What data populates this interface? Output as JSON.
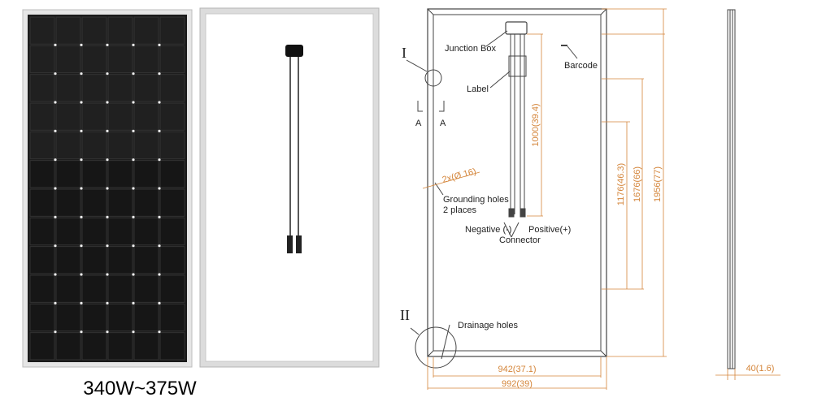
{
  "caption": "340W~375W",
  "labels": {
    "junction_box": "Junction Box",
    "barcode": "Barcode",
    "label": "Label",
    "grounding_holes_1": "Grounding holes",
    "grounding_holes_2": "2 places",
    "negative": "Negative (-)",
    "positive": "Positive(+)",
    "connector": "Connector",
    "drainage_holes": "Drainage holes",
    "detail_1": "I",
    "detail_2": "II",
    "section_a_left": "A",
    "section_a_right": "A",
    "hole_spec": "2x(Ø 16)"
  },
  "dimensions": {
    "cable": "1000(39.4)",
    "mount_1176": "1176(46.3)",
    "mount_1676": "1676(66)",
    "height": "1956(77)",
    "inner_width": "942(37.1)",
    "width": "992(39)",
    "thickness": "40(1.6)"
  },
  "colors": {
    "dimension": "#d4853a",
    "frame": "#c8c8c8",
    "cell": "#141414"
  }
}
